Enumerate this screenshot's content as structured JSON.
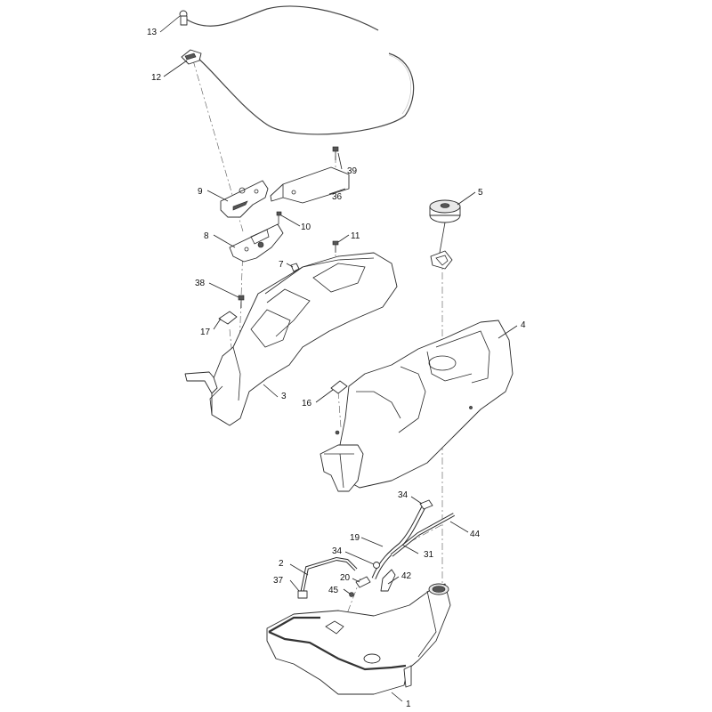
{
  "callouts": {
    "c1": "1",
    "c2": "2",
    "c3": "3",
    "c4": "4",
    "c5": "5",
    "c7": "7",
    "c8": "8",
    "c9": "9",
    "c10": "10",
    "c11": "11",
    "c12": "12",
    "c13": "13",
    "c16": "16",
    "c17": "17",
    "c19": "19",
    "c20": "20",
    "c31": "31",
    "c34a": "34",
    "c34b": "34",
    "c36": "36",
    "c37": "37",
    "c38": "38",
    "c39": "39",
    "c42": "42",
    "c44": "44",
    "c45": "45"
  }
}
